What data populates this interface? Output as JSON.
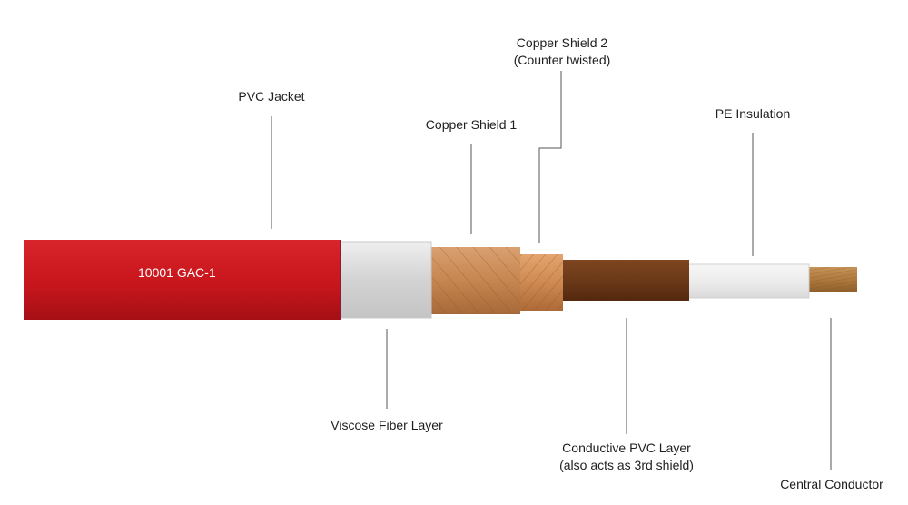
{
  "cable": {
    "jacket_print": "10001 GAC-1"
  },
  "labels": {
    "pvc_jacket": "PVC Jacket",
    "copper_shield_2_line1": "Copper Shield 2",
    "copper_shield_2_line2": "(Counter twisted)",
    "copper_shield_1": "Copper Shield 1",
    "pe_insulation": "PE Insulation",
    "viscose_fiber_layer": "Viscose Fiber Layer",
    "conductive_pvc_layer_line1": "Conductive PVC Layer",
    "conductive_pvc_layer_line2": "(also acts as 3rd shield)",
    "central_conductor": "Central Conductor"
  },
  "colors": {
    "pvc_jacket": "#c8161d",
    "viscose_fiber": "#dcdcdc",
    "copper_shield": "#c98a55",
    "conductive_pvc": "#6e3c1a",
    "pe_insulation": "#ececec",
    "central_conductor": "#b07a3e",
    "leader_line": "#555555"
  }
}
